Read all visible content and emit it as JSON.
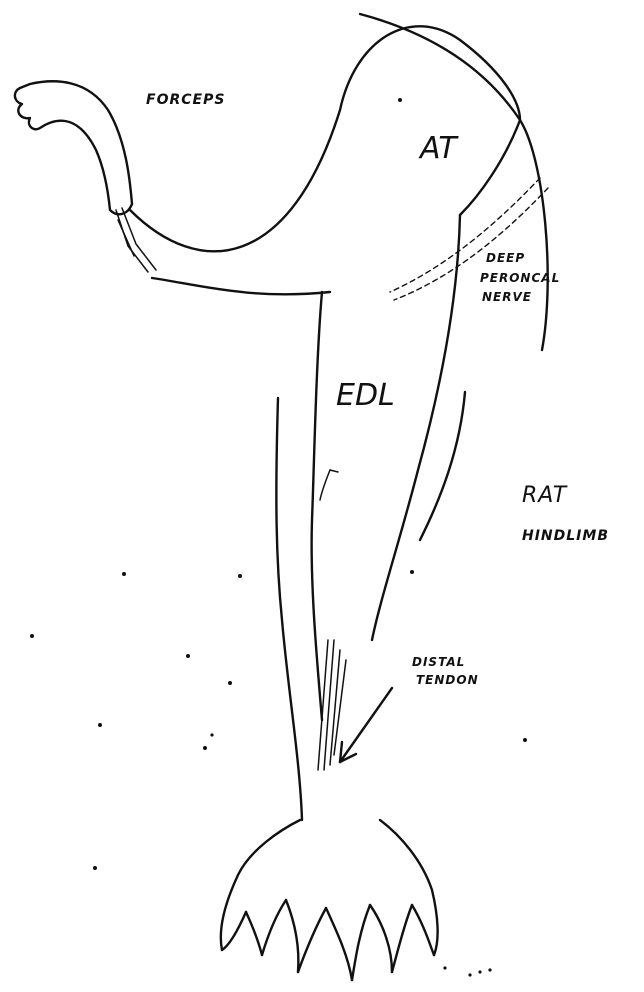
{
  "labels": {
    "forceps": "FORCEPS",
    "at": "AT",
    "deep_peroneal_line1": "DEEP",
    "deep_peroneal_line2": "PERONCAL",
    "deep_peroneal_line3": "NERVE",
    "edl": "EDL",
    "rat": "RAT",
    "hindlimb": "HINDLIMB",
    "distal_line1": "DISTAL",
    "distal_line2": "TENDON"
  }
}
